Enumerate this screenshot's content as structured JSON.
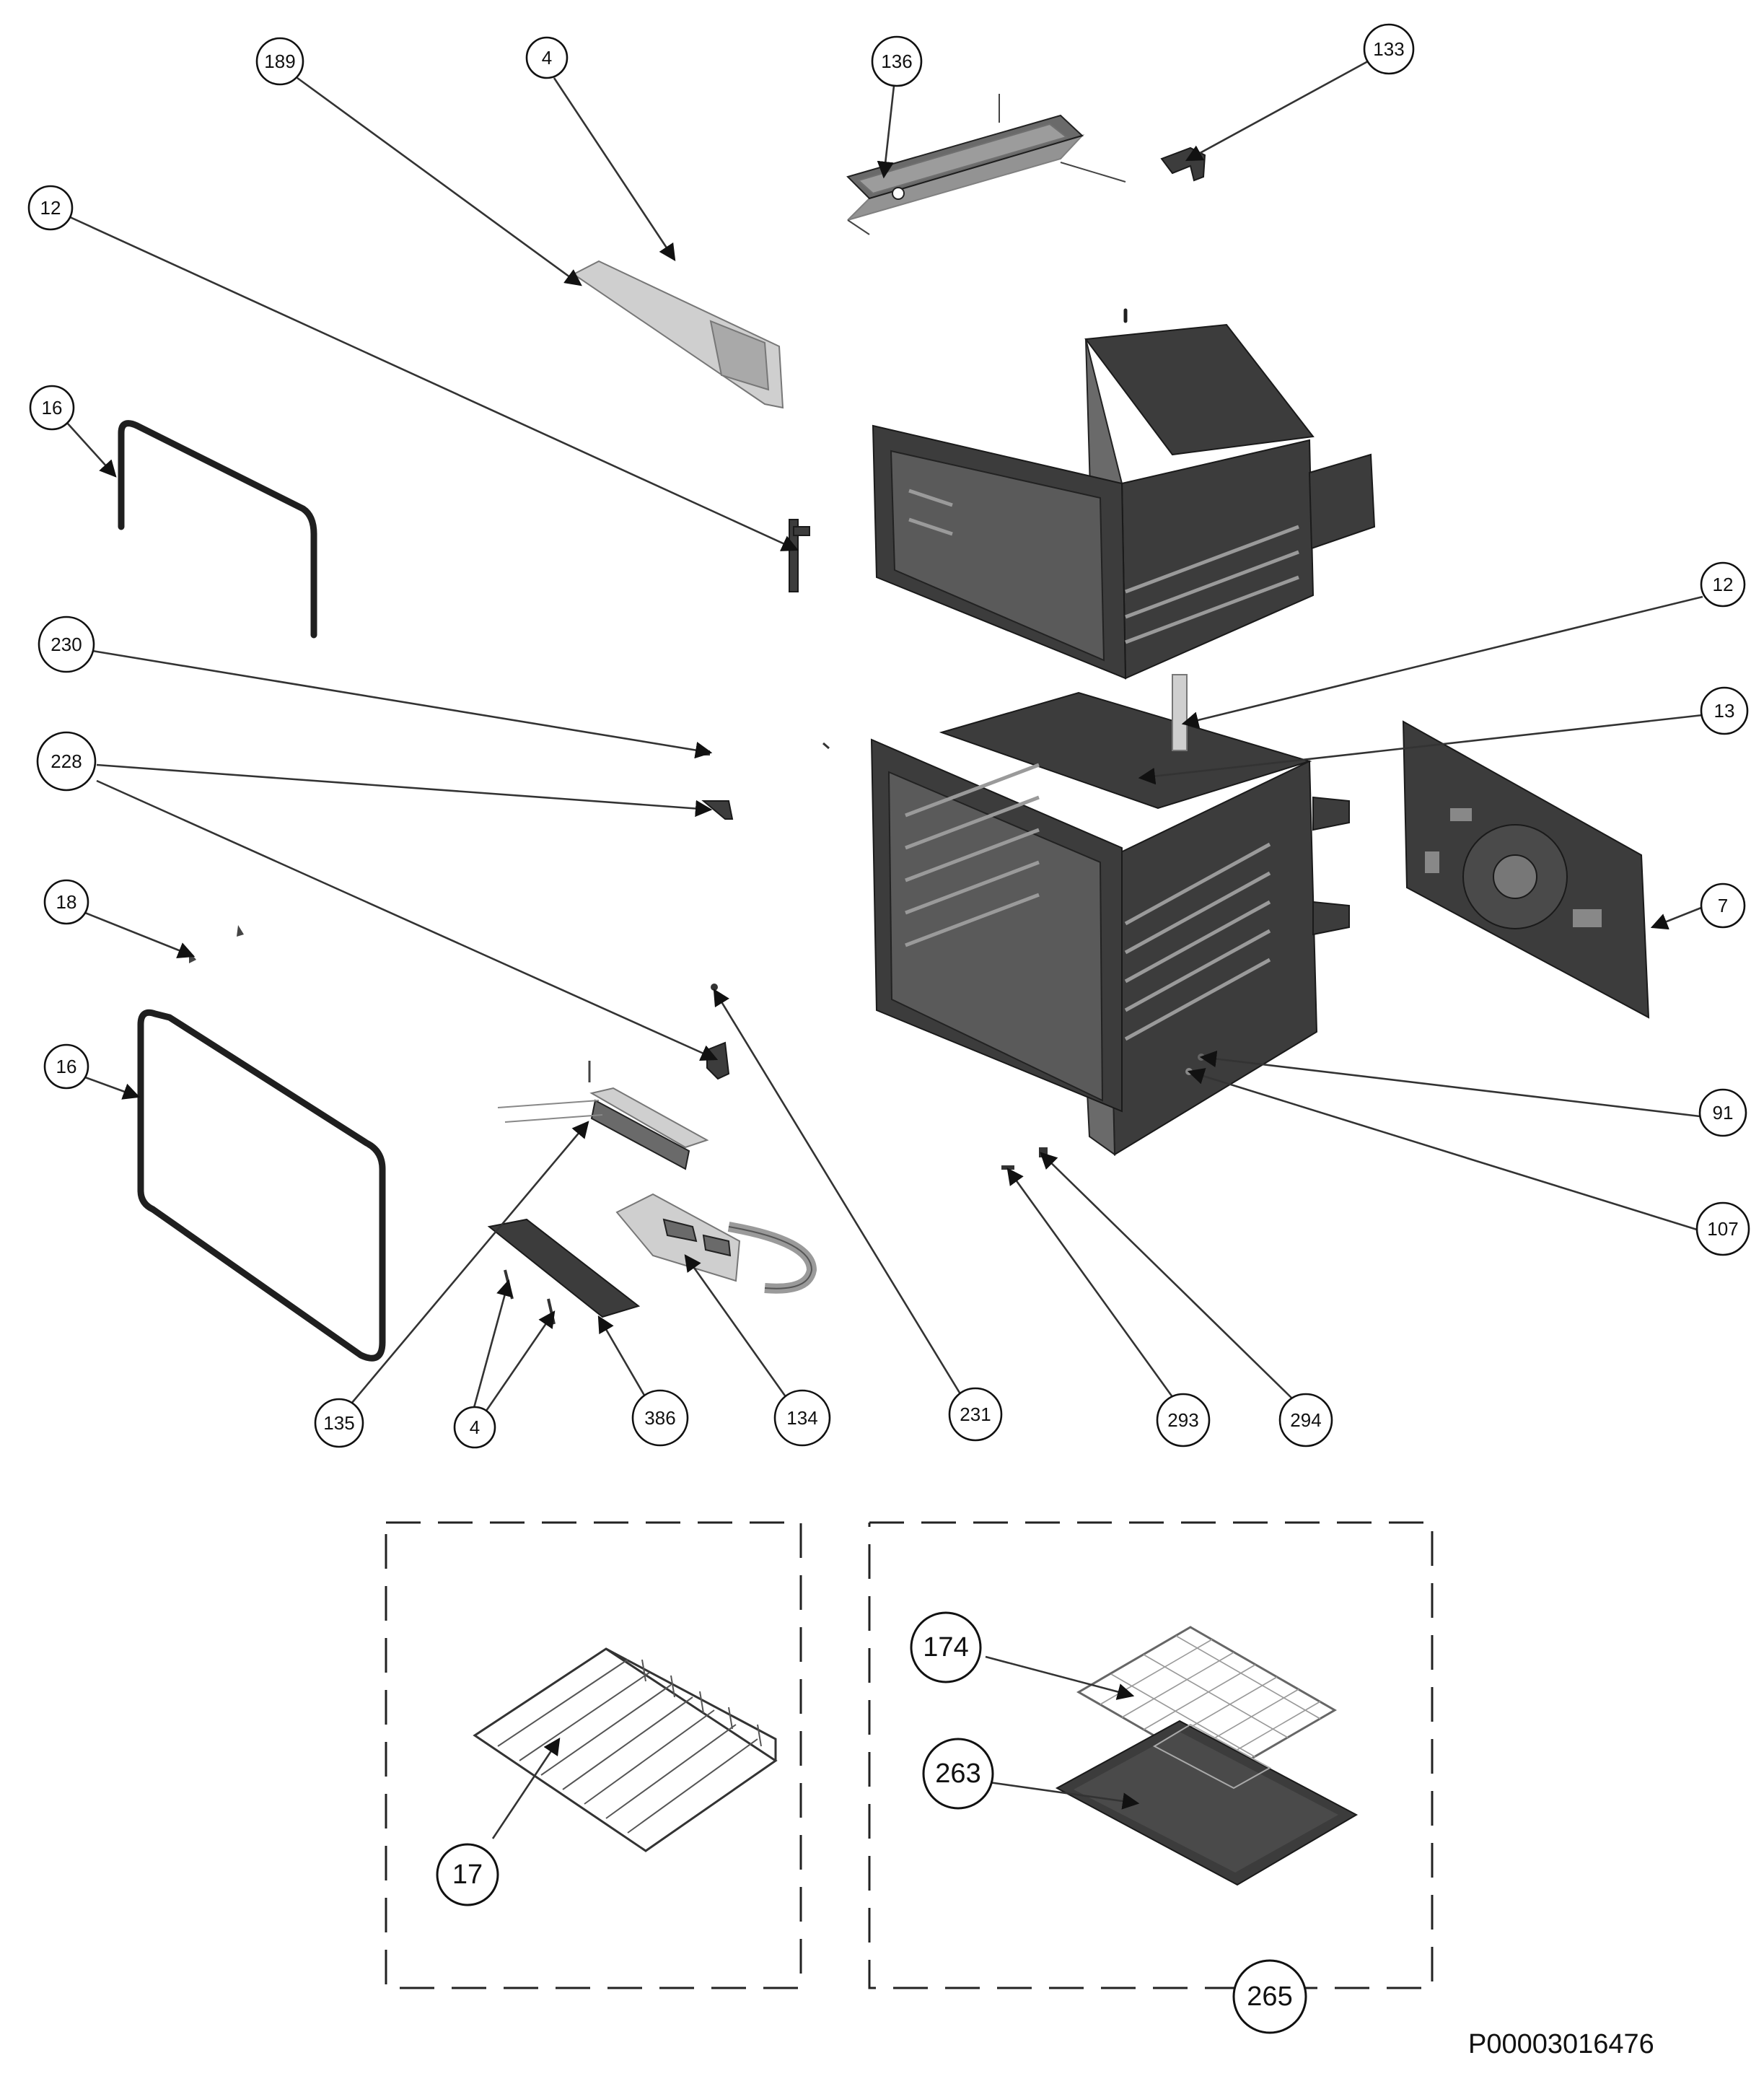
{
  "document_id": "P00003016476",
  "callouts": {
    "c189": "189",
    "c4_top": "4",
    "c136": "136",
    "c133": "133",
    "c12_left": "12",
    "c16_top": "16",
    "c230": "230",
    "c228": "228",
    "c18": "18",
    "c16_bottom": "16",
    "c12_right": "12",
    "c13": "13",
    "c7": "7",
    "c91": "91",
    "c107": "107",
    "c135": "135",
    "c4_bottom": "4",
    "c386": "386",
    "c134": "134",
    "c231": "231",
    "c293": "293",
    "c294": "294",
    "c17": "17",
    "c174": "174",
    "c263": "263",
    "c265": "265"
  }
}
